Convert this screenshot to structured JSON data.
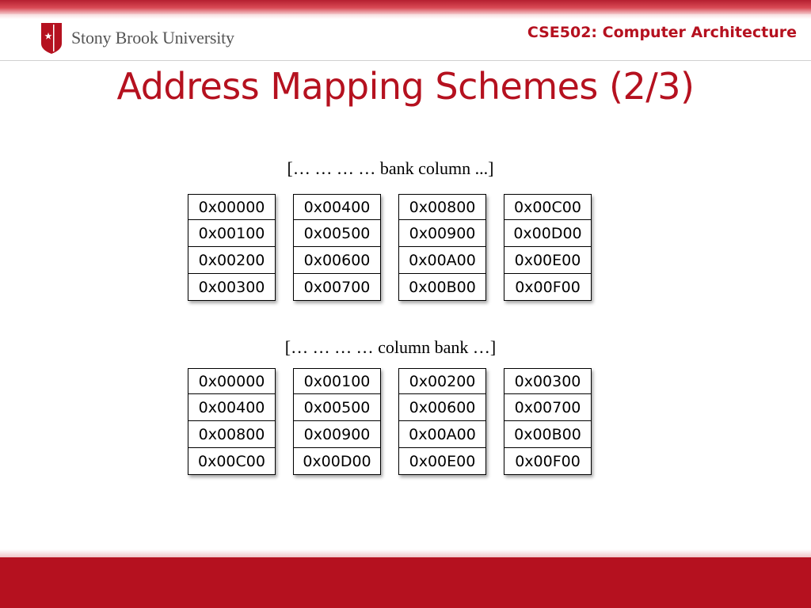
{
  "header": {
    "university": "Stony Brook University",
    "course": "CSE502: Computer Architecture"
  },
  "slide": {
    "title": "Address Mapping Schemes (2/3)"
  },
  "schemes": [
    {
      "label": "[… … … … bank column ...]",
      "banks": [
        [
          "0x00000",
          "0x00100",
          "0x00200",
          "0x00300"
        ],
        [
          "0x00400",
          "0x00500",
          "0x00600",
          "0x00700"
        ],
        [
          "0x00800",
          "0x00900",
          "0x00A00",
          "0x00B00"
        ],
        [
          "0x00C00",
          "0x00D00",
          "0x00E00",
          "0x00F00"
        ]
      ]
    },
    {
      "label": "[… … … … column bank …]",
      "banks": [
        [
          "0x00000",
          "0x00400",
          "0x00800",
          "0x00C00"
        ],
        [
          "0x00100",
          "0x00500",
          "0x00900",
          "0x00D00"
        ],
        [
          "0x00200",
          "0x00600",
          "0x00A00",
          "0x00E00"
        ],
        [
          "0x00300",
          "0x00700",
          "0x00B00",
          "0x00F00"
        ]
      ]
    }
  ],
  "colors": {
    "brand_red": "#b5111f"
  },
  "icons": {
    "logo": "star-shield-icon"
  }
}
